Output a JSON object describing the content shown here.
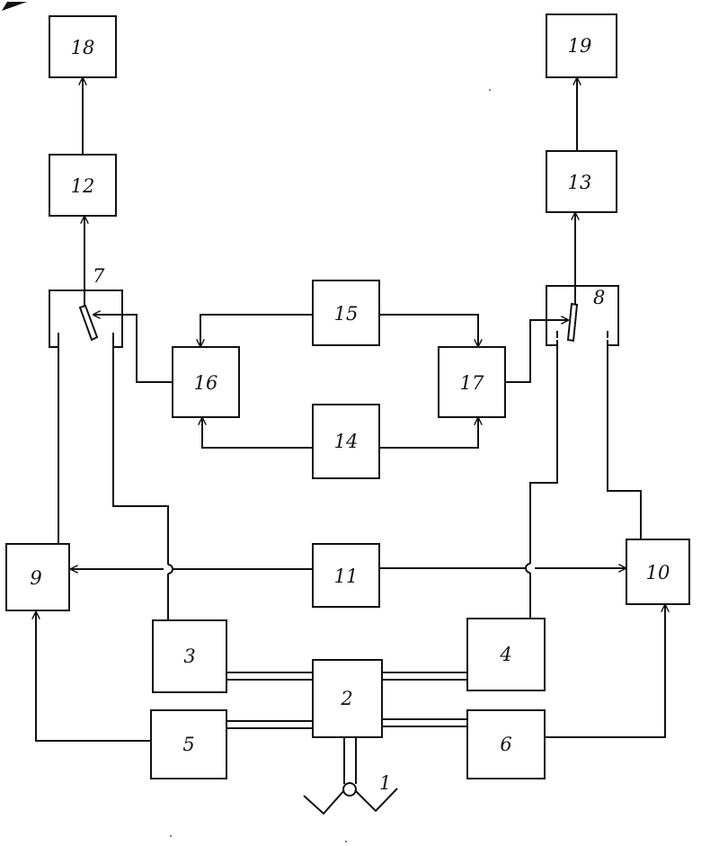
{
  "diagram": {
    "blocks": {
      "b1": "1",
      "b2": "2",
      "b3": "3",
      "b4": "4",
      "b5": "5",
      "b6": "6",
      "b7": "7",
      "b8": "8",
      "b9": "9",
      "b10": "10",
      "b11": "11",
      "b12": "12",
      "b13": "13",
      "b14": "14",
      "b15": "15",
      "b16": "16",
      "b17": "17",
      "b18": "18",
      "b19": "19"
    }
  }
}
